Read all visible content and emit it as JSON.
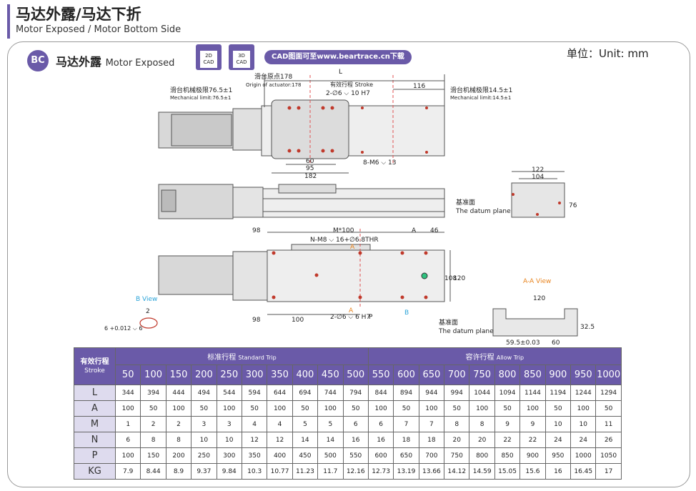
{
  "header": {
    "title_cn": "马达外露/马达下折",
    "title_en": "Motor Exposed / Motor Bottom Side"
  },
  "section": {
    "badge": "BC",
    "title_cn": "马达外露",
    "title_en": "Motor Exposed",
    "cad_2d": "2D CAD",
    "cad_3d": "3D CAD",
    "cad_link": "CAD图面可至www.beartrace.cn下载",
    "unit": "单位：Unit: mm"
  },
  "drawing": {
    "labels": {
      "L": "L",
      "origin_cn": "滑台原点178",
      "origin_en": "Origin of actuator:178",
      "stroke": "有效行程 Stroke",
      "hole_top": "2-∅6 ⌵ 10 H7",
      "dim_116": "116",
      "mech_left_cn": "滑台机械极限76.5±1",
      "mech_left_en": "Mechanical limit:76.5±1",
      "mech_right_cn": "滑台机械极限14.5±1",
      "mech_right_en": "Mechanical limit:14.5±1",
      "dim_60": "60",
      "dim_95": "95",
      "dim_182": "182",
      "m6": "8-M6 ⌵ 13",
      "dim_122": "122",
      "dim_104": "104",
      "dim_76": "76",
      "datum_cn": "基准面",
      "datum_en": "The datum plane",
      "dim_98a": "98",
      "m100": "M*100",
      "dim_A": "A",
      "dim_46": "46",
      "thread": "N-M8 ⌵ 16+∅6.8THR",
      "mark_A1": "A",
      "dim_108": "108",
      "dim_120v": "120",
      "b_view": "B View",
      "tol": "6 +0.012 ⌵ 6",
      "dim_98b": "98",
      "dim_100": "100",
      "hole_bot": "2-∅6 ⌵ 6 H7",
      "dim_P": "P",
      "mark_A2": "A",
      "mark_B": "B",
      "aa_view": "A-A View",
      "dim_120h": "120",
      "dim_2": "2",
      "datum2_cn": "基准面",
      "datum2_en": "The datum plane",
      "dim_59": "59.5±0.03",
      "dim_60b": "60",
      "dim_325": "32.5"
    }
  },
  "table": {
    "corner_cn": "有效行程",
    "corner_en": "Stroke",
    "standard_cn": "标准行程",
    "standard_en": "Standard Trip",
    "allow_cn": "容许行程",
    "allow_en": "Allow Trip",
    "strokes": [
      "50",
      "100",
      "150",
      "200",
      "250",
      "300",
      "350",
      "400",
      "450",
      "500",
      "550",
      "600",
      "650",
      "700",
      "750",
      "800",
      "850",
      "900",
      "950",
      "1000"
    ],
    "rows": [
      {
        "name": "L",
        "values": [
          "344",
          "394",
          "444",
          "494",
          "544",
          "594",
          "644",
          "694",
          "744",
          "794",
          "844",
          "894",
          "944",
          "994",
          "1044",
          "1094",
          "1144",
          "1194",
          "1244",
          "1294"
        ]
      },
      {
        "name": "A",
        "values": [
          "100",
          "50",
          "100",
          "50",
          "100",
          "50",
          "100",
          "50",
          "100",
          "50",
          "100",
          "50",
          "100",
          "50",
          "100",
          "50",
          "100",
          "50",
          "100",
          "50"
        ]
      },
      {
        "name": "M",
        "values": [
          "1",
          "2",
          "2",
          "3",
          "3",
          "4",
          "4",
          "5",
          "5",
          "6",
          "6",
          "7",
          "7",
          "8",
          "8",
          "9",
          "9",
          "10",
          "10",
          "11"
        ]
      },
      {
        "name": "N",
        "values": [
          "6",
          "8",
          "8",
          "10",
          "10",
          "12",
          "12",
          "14",
          "14",
          "16",
          "16",
          "18",
          "18",
          "20",
          "20",
          "22",
          "22",
          "24",
          "24",
          "26"
        ]
      },
      {
        "name": "P",
        "values": [
          "100",
          "150",
          "200",
          "250",
          "300",
          "350",
          "400",
          "450",
          "500",
          "550",
          "600",
          "650",
          "700",
          "750",
          "800",
          "850",
          "900",
          "950",
          "1000",
          "1050"
        ]
      },
      {
        "name": "KG",
        "values": [
          "7.9",
          "8.44",
          "8.9",
          "9.37",
          "9.84",
          "10.3",
          "10.77",
          "11.23",
          "11.7",
          "12.16",
          "12.73",
          "13.19",
          "13.66",
          "14.12",
          "14.59",
          "15.05",
          "15.6",
          "16",
          "16.45",
          "17"
        ]
      }
    ]
  },
  "colors": {
    "accent": "#6a5aa8",
    "rowhead_bg": "#dedbee",
    "orange": "#e8841f",
    "blue": "#2aa3d8",
    "red": "#c0392b"
  }
}
